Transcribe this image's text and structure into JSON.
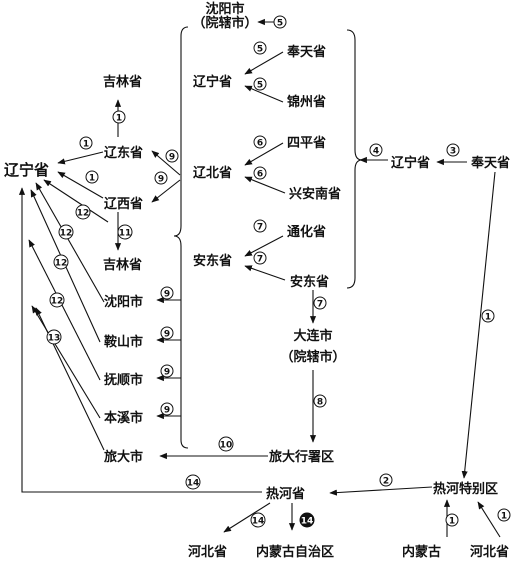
{
  "nodes": {
    "shenyang_top_1": "沈阳市",
    "shenyang_top_2": "（院辖市）",
    "fengtian_mid": "奉天省",
    "liaoning_mid": "辽宁省",
    "jinzhou": "锦州省",
    "siping": "四平省",
    "liaobei": "辽北省",
    "xinganan": "兴安南省",
    "tonghua": "通化省",
    "andong_mid": "安东省",
    "andong_src": "安东省",
    "liaoning_right": "辽宁省",
    "fengtian_right": "奉天省",
    "jilin_top": "吉林省",
    "liaodong": "辽东省",
    "liaoxi": "辽西省",
    "jilin_bottom": "吉林省",
    "liaoning_left": "辽宁省",
    "shenyang_city": "沈阳市",
    "anshan_city": "鞍山市",
    "fushun_city": "抚顺市",
    "benxi_city": "本溪市",
    "lvda_city": "旅大市",
    "dalian_1": "大连市",
    "dalian_2": "（院辖市）",
    "lvda_office": "旅大行署区",
    "rehe_special": "热河特别区",
    "rehe_prov": "热河省",
    "hebei_left": "河北省",
    "neimenggu_auto": "内蒙古自治区",
    "neimenggu": "内蒙古",
    "hebei_right": "河北省"
  },
  "marks": {
    "n1": "1",
    "n2": "2",
    "n3": "3",
    "n4": "4",
    "n5": "5",
    "n6": "6",
    "n7": "7",
    "n8": "8",
    "n9": "9",
    "n10": "10",
    "n11": "11",
    "n12": "12",
    "n13": "13",
    "n14": "14"
  }
}
